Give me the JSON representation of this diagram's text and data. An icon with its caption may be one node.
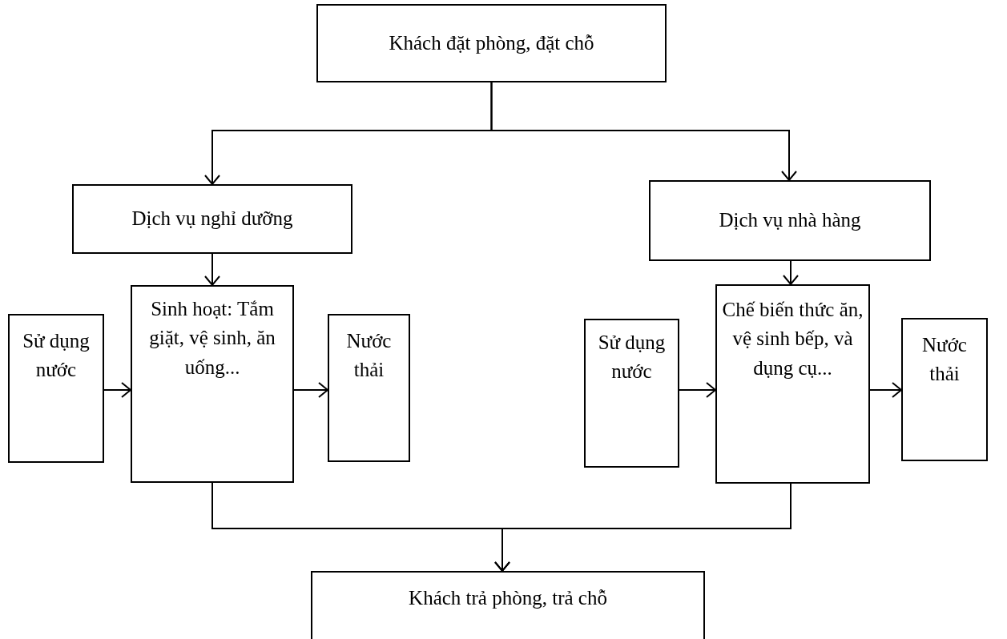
{
  "diagram": {
    "nodes": [
      {
        "text": [
          "Khách đặt phòng, đặt chỗ"
        ]
      },
      {
        "text": [
          "Dịch vụ nghỉ dưỡng"
        ]
      },
      {
        "text": [
          "Dịch vụ nhà hàng"
        ]
      },
      {
        "text": [
          "Sử dụng nước"
        ]
      },
      {
        "text": [
          "Sinh hoạt: Tắm giặt, vệ sinh, ăn uống..."
        ]
      },
      {
        "text": [
          "Nước thải"
        ]
      },
      {
        "text": [
          "Sử dụng nước"
        ]
      },
      {
        "text": [
          "Chế biến thức ăn, vệ sinh bếp, và dụng cụ..."
        ]
      },
      {
        "text": [
          "Nước thải"
        ]
      },
      {
        "text": [
          "Khách trả phòng, trả chỗ"
        ]
      }
    ],
    "edges": [
      {
        "from": 0,
        "to": 1,
        "arrow": "to"
      },
      {
        "from": 0,
        "to": 2,
        "arrow": "to"
      },
      {
        "from": 1,
        "to": 4,
        "arrow": "to"
      },
      {
        "from": 2,
        "to": 7,
        "arrow": "to"
      },
      {
        "from": 3,
        "to": 4,
        "arrow": "to"
      },
      {
        "from": 4,
        "to": 5,
        "arrow": "to"
      },
      {
        "from": 6,
        "to": 7,
        "arrow": "to"
      },
      {
        "from": 7,
        "to": 8,
        "arrow": "to"
      },
      {
        "from": 4,
        "to": 9,
        "arrow": "to"
      },
      {
        "from": 7,
        "to": 9,
        "arrow": "to"
      }
    ]
  }
}
